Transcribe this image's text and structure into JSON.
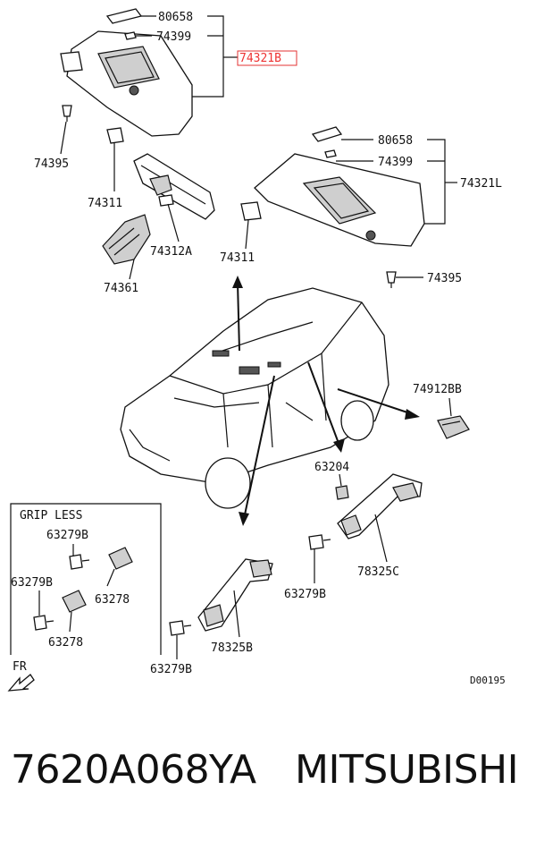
{
  "labels": {
    "p80658_top": "80658",
    "p74399_top": "74399",
    "p74321B": "74321B",
    "p74395_left": "74395",
    "p80658_right": "80658",
    "p74399_right": "74399",
    "p74321L": "74321L",
    "p74311_left": "74311",
    "p74312A": "74312A",
    "p74311_right": "74311",
    "p74361": "74361",
    "p74395_right": "74395",
    "p74912BB": "74912BB",
    "p63204": "63204",
    "p78325C": "78325C",
    "p63279B_mid": "63279B",
    "p78325B": "78325B",
    "p63279B_bottom": "63279B",
    "grip_less": "GRIP LESS",
    "gl_63279B_a": "63279B",
    "gl_63279B_b": "63279B",
    "gl_63278_a": "63278",
    "gl_63278_b": "63278",
    "fr": "FR",
    "diagram_code": "D00195"
  },
  "footer": {
    "part_number": "7620A068YA",
    "brand": "MITSUBISHI"
  },
  "colors": {
    "highlight": "#e33333",
    "ink": "#111111"
  }
}
